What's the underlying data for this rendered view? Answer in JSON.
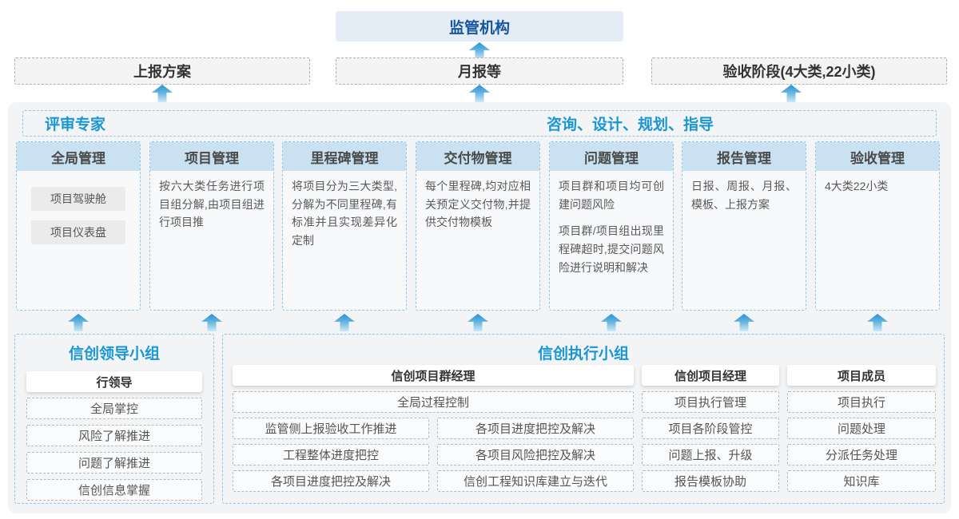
{
  "colors": {
    "accent_blue": "#1a96d5",
    "regulator_text": "#17559f",
    "regulator_bg": "#e4edf6",
    "column_header_bg": "#c9e1f1",
    "dashed_blue_border": "#8ec5e8",
    "arrow_gradient_top": "#2d94d2",
    "arrow_gradient_bottom": "#cde9f8"
  },
  "top": {
    "regulator_label": "监管机构",
    "report_boxes": [
      {
        "label": "上报方案"
      },
      {
        "label": "月报等"
      },
      {
        "label": "验收阶段(4大类,22小类)"
      }
    ]
  },
  "platform": {
    "left_header": "评审专家",
    "right_header": "咨询、设计、规划、指导",
    "columns": [
      {
        "title": "全局管理",
        "tags": [
          "项目驾驶舱",
          "项目仪表盘"
        ]
      },
      {
        "title": "项目管理",
        "paragraphs": [
          "按六大类任务进行项目组分解,由项目组进行项目推"
        ]
      },
      {
        "title": "里程碑管理",
        "paragraphs": [
          "将项目分为三大类型,分解为不同里程碑,有标准并且实现差异化定制"
        ]
      },
      {
        "title": "交付物管理",
        "paragraphs": [
          "每个里程碑,均对应相关预定义交付物,并提供交付物模板"
        ]
      },
      {
        "title": "问题管理",
        "paragraphs": [
          "项目群和项目均可创建问题风险",
          "项目群/项目组出现里程碑超时,提交问题风险进行说明和解决"
        ]
      },
      {
        "title": "报告管理",
        "paragraphs": [
          "日报、周报、月报、模板、上报方案"
        ]
      },
      {
        "title": "验收管理",
        "paragraphs": [
          "4大类22小类"
        ]
      }
    ]
  },
  "bottom": {
    "leader_group": {
      "title": "信创领导小组",
      "role": "行领导",
      "items": [
        "全局掌控",
        "风险了解推进",
        "问题了解推进",
        "信创信息掌握"
      ]
    },
    "exec_group": {
      "title": "信创执行小组",
      "program_manager": {
        "role": "信创项目群经理",
        "full_width_item": "全局过程控制",
        "left_items": [
          "监管侧上报验收工作推进",
          "工程整体进度把控",
          "各项目进度把控及解决"
        ],
        "right_items": [
          "各项目进度把控及解决",
          "各项目风险把控及解决",
          "信创工程知识库建立与迭代"
        ]
      },
      "project_manager": {
        "role": "信创项目经理",
        "items": [
          "项目执行管理",
          "项目各阶段管控",
          "问题上报、升级",
          "报告模板协助"
        ]
      },
      "project_member": {
        "role": "项目成员",
        "items": [
          "项目执行",
          "问题处理",
          "分派任务处理",
          "知识库"
        ]
      }
    }
  }
}
